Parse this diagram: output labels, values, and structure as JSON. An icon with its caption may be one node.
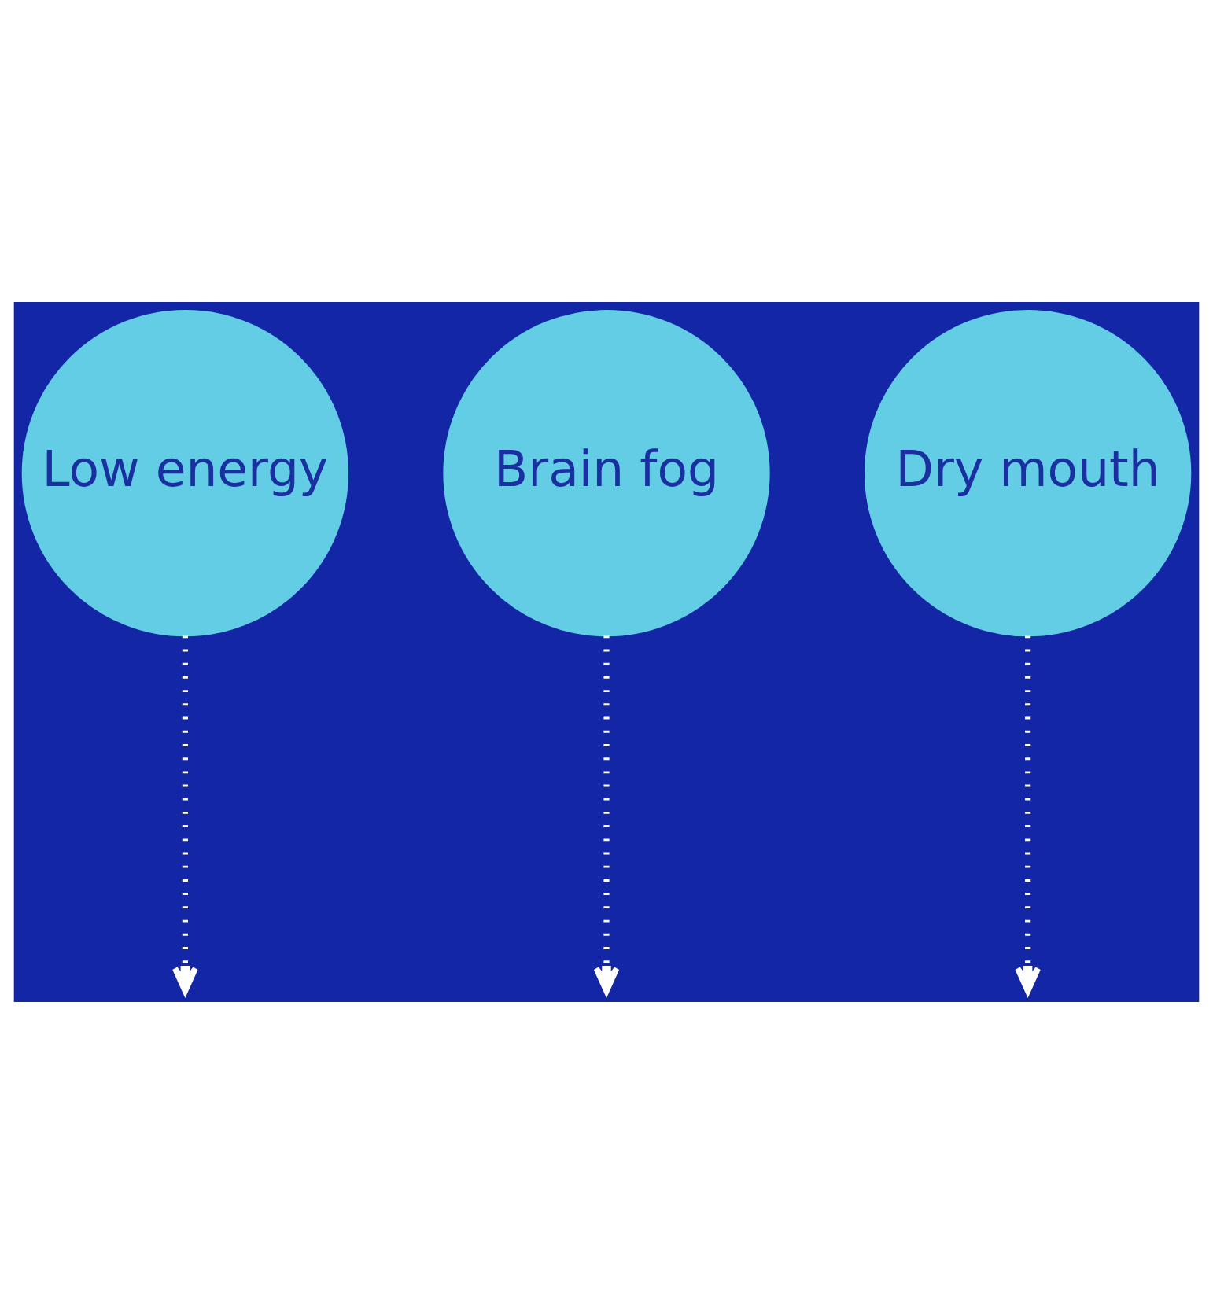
{
  "diagram": {
    "nodes": [
      {
        "text": [
          "Low energy"
        ]
      },
      {
        "text": [
          "Brain fog"
        ]
      },
      {
        "text": [
          "Dry mouth"
        ]
      }
    ],
    "edges": [
      {
        "from": 0,
        "to": null,
        "arrow": "to",
        "style": "dashed"
      },
      {
        "from": 1,
        "to": null,
        "arrow": "to",
        "style": "dashed"
      },
      {
        "from": 2,
        "to": null,
        "arrow": "to",
        "style": "dashed"
      }
    ]
  }
}
